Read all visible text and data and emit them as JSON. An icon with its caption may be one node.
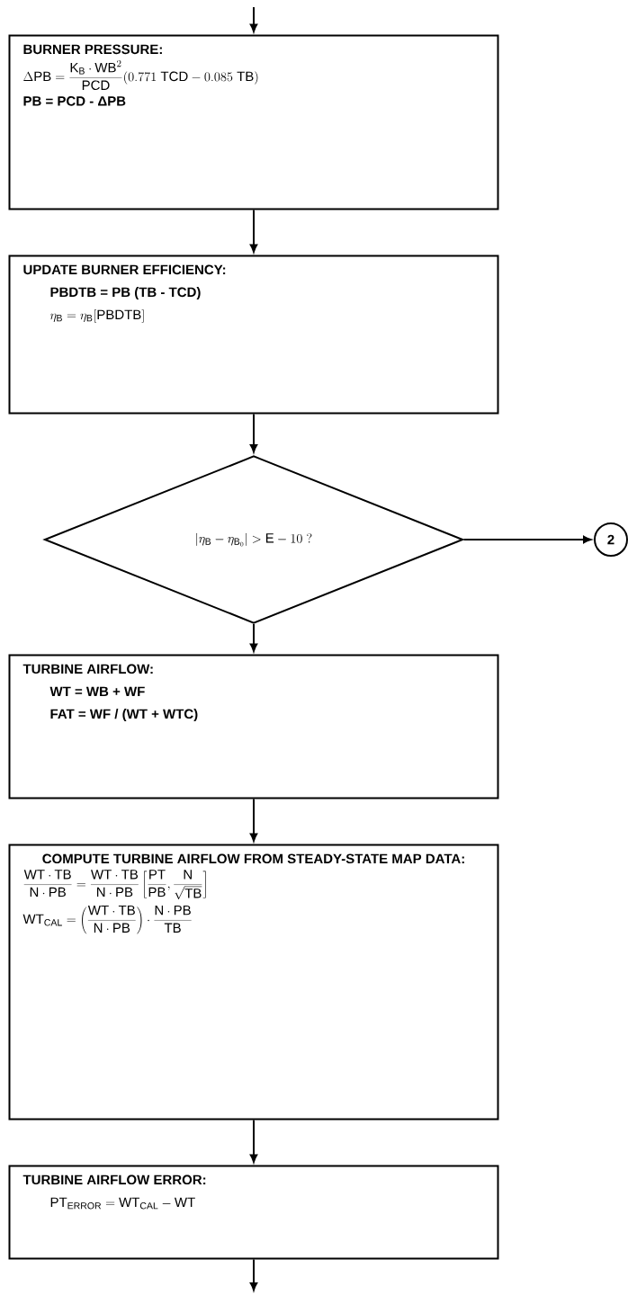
{
  "diagram": {
    "nodes": [
      {
        "text": [
          "BURNER PRESSURE:",
          "\\Delta\\mathrm{PB} = \\frac{\\mathrm{K_B}\\cdot\\mathrm{WB}^2}{\\mathrm{PCD}}(0.771\\ \\mathrm{TCD} - 0.085\\ \\mathrm{TB})",
          "PB = PCD - ΔPB"
        ]
      },
      {
        "text": [
          "UPDATE BURNER EFFICIENCY:",
          "PBDTB = PB (TB - TCD)",
          "\\eta_{\\mathrm{B}} = \\eta_{\\mathrm{B}}[\\mathrm{PBDTB}]"
        ]
      },
      {
        "text": [
          "|\\eta_{\\mathrm{B}} - \\eta_{\\mathrm{B}_0}| > \\mathrm{E} - 10\\ ?"
        ]
      },
      {
        "text": [
          "2"
        ]
      },
      {
        "text": [
          "TURBINE AIRFLOW:",
          "WT = WB + WF",
          "FAT = WF / (WT + WTC)"
        ]
      },
      {
        "text": [
          "COMPUTE TURBINE AIRFLOW FROM STEADY-STATE MAP DATA:",
          "\\frac{\\mathrm{WT}\\cdot\\mathrm{TB}}{\\mathrm{N}\\cdot\\mathrm{PB}} = \\frac{\\mathrm{WT}\\cdot\\mathrm{TB}}{\\mathrm{N}\\cdot\\mathrm{PB}}\\left[\\frac{\\mathrm{PT}}{\\mathrm{PB}}, \\frac{\\mathrm{N}}{\\sqrt{\\mathrm{TB}}}\\right]",
          "\\mathrm{WT}_{\\mathrm{CAL}} = \\left(\\frac{\\mathrm{WT}\\cdot\\mathrm{TB}}{\\mathrm{N}\\cdot\\mathrm{PB}}\\right)\\cdot\\frac{\\mathrm{N}\\cdot\\mathrm{PB}}{\\mathrm{TB}}"
        ]
      },
      {
        "text": [
          "TURBINE AIRFLOW ERROR:",
          "\\mathrm{PT}_{\\mathrm{ERROR}} = \\mathrm{WT}_{\\mathrm{CAL}} - \\mathrm{WT}"
        ]
      }
    ],
    "edges": [
      {
        "from": null,
        "to": 0,
        "arrow": "to"
      },
      {
        "from": 0,
        "to": 1,
        "arrow": "to"
      },
      {
        "from": 1,
        "to": 2,
        "arrow": "to"
      },
      {
        "from": 2,
        "to": 3,
        "arrow": "to"
      },
      {
        "from": 2,
        "to": 4,
        "arrow": "to"
      },
      {
        "from": 4,
        "to": 5,
        "arrow": "to"
      },
      {
        "from": 5,
        "to": 6,
        "arrow": "to"
      },
      {
        "from": 6,
        "to": null,
        "arrow": "to"
      }
    ]
  }
}
